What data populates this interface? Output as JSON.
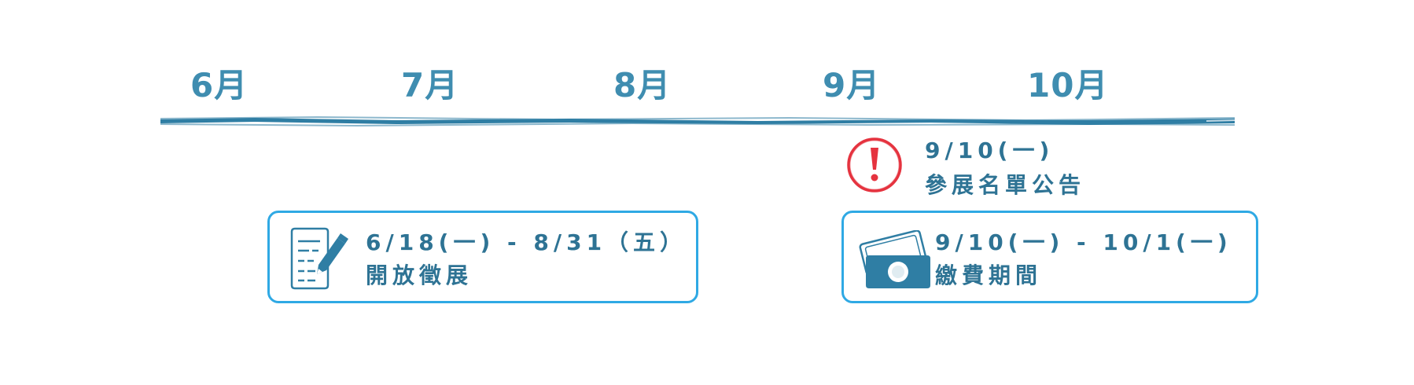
{
  "months": [
    "6月",
    "7月",
    "8月",
    "9月",
    "10月"
  ],
  "events": [
    {
      "date": "6/18(一) - 8/31（五）",
      "label": "開放徵展",
      "icon": "form-pencil-icon"
    },
    {
      "date": "9/10(一)",
      "label": "參展名單公告",
      "icon": "exclamation-icon"
    },
    {
      "date": "9/10(一) - 10/1(一)",
      "label": "繳費期間",
      "icon": "money-icon"
    }
  ],
  "colors": {
    "month_text": "#3f8db0",
    "axis": "#2f7ea4",
    "event_text": "#2e7394",
    "box_border": "#2fa9e4",
    "alert": "#e5333f",
    "icon": "#2f7ea4"
  }
}
